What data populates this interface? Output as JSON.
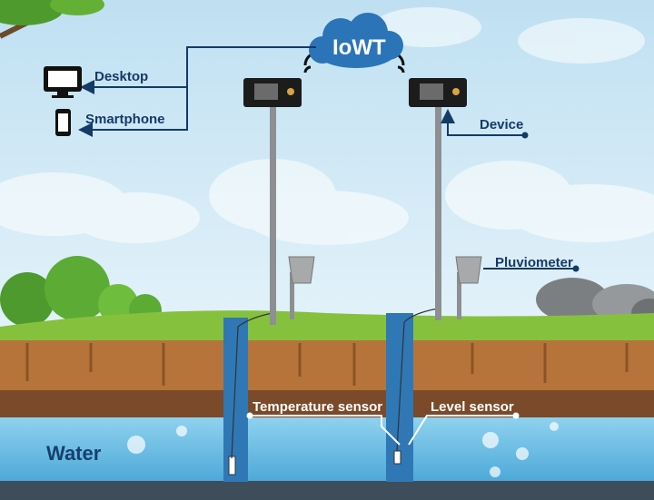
{
  "cloud": {
    "label": "IoWT"
  },
  "outputs": {
    "desktop": "Desktop",
    "smartphone": "Smartphone"
  },
  "device": {
    "label": "Device"
  },
  "pluviometer": {
    "label": "Pluviometer"
  },
  "sensors": {
    "temperature": "Temperature sensor",
    "level": "Level sensor"
  },
  "water": {
    "label": "Water"
  },
  "colors": {
    "sky": "#cfe6f4",
    "line": "#143a66",
    "grass": "#86c13e",
    "soil": "#b6743a",
    "water": "#6fc0e6",
    "pipe": "#2f78b5",
    "cloud": "#2b74b8"
  }
}
